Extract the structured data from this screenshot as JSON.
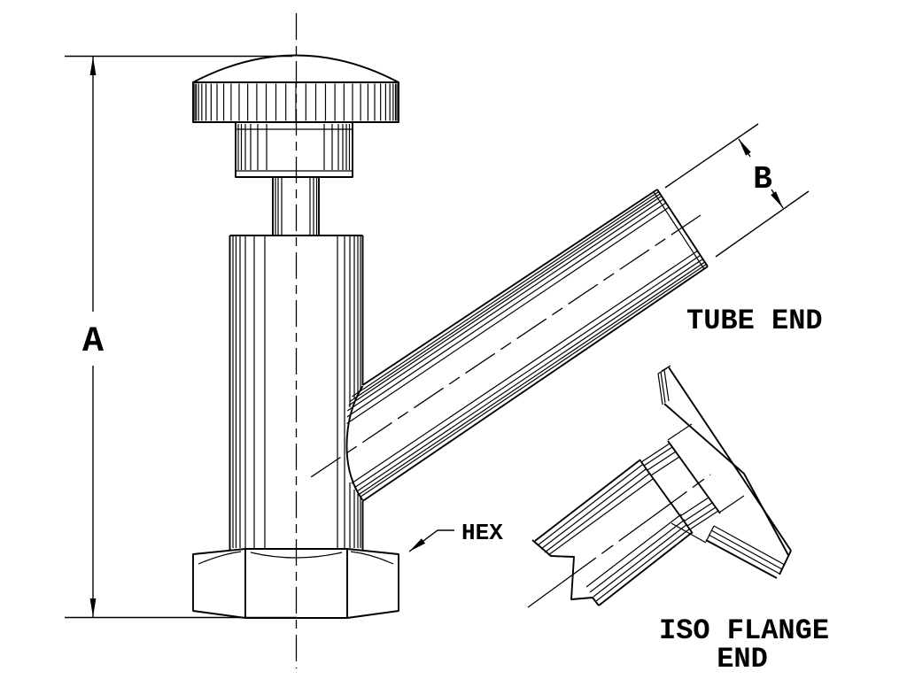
{
  "drawing": {
    "title": "valve-technical-drawing",
    "labels": {
      "dimension_a": "A",
      "dimension_b": "B",
      "tube_end": "TUBE END",
      "hex": "HEX",
      "iso_flange_line1": "ISO FLANGE",
      "iso_flange_line2": "END"
    },
    "colors": {
      "line": "#000000",
      "background": "#ffffff"
    }
  }
}
